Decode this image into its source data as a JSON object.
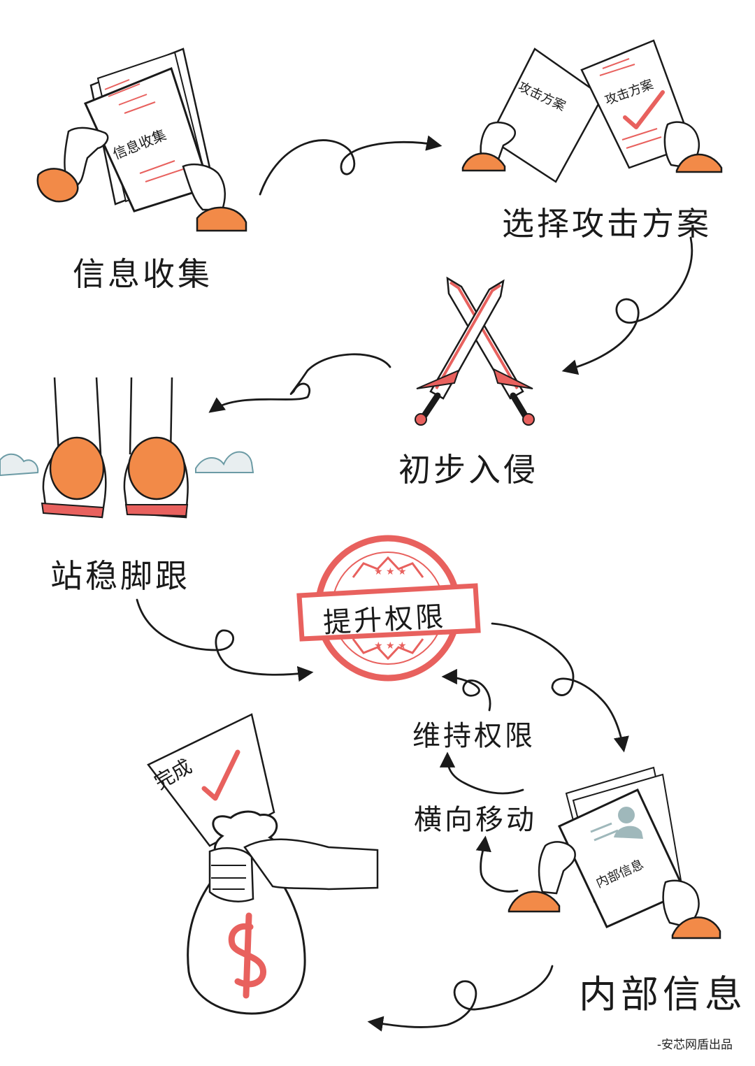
{
  "steps": [
    {
      "label": "信息收集"
    },
    {
      "label": "选择攻击方案"
    },
    {
      "label": "初步入侵"
    },
    {
      "label": "站稳脚跟"
    },
    {
      "label": "提升权限"
    },
    {
      "label": "维持权限"
    },
    {
      "label": "横向移动"
    },
    {
      "label": "内部信息"
    }
  ],
  "illustrations": {
    "info_paper": "信息收集",
    "plan_left": "攻击方案",
    "plan_right": "攻击方案",
    "internal_paper": "内部信息",
    "done_flag": "完成",
    "money_symbol": "$"
  },
  "credit": "-安芯网盾出品",
  "colors": {
    "ink": "#1a1a1a",
    "accent": "#e8615e",
    "skin": "#f28a48",
    "cloud": "#6c9ba5",
    "avatar": "#9fb8bb"
  },
  "icons": [
    "document-icon",
    "checkmark-icon",
    "crossed-swords-icon",
    "feet-icon",
    "stamp-icon",
    "money-bag-icon"
  ]
}
